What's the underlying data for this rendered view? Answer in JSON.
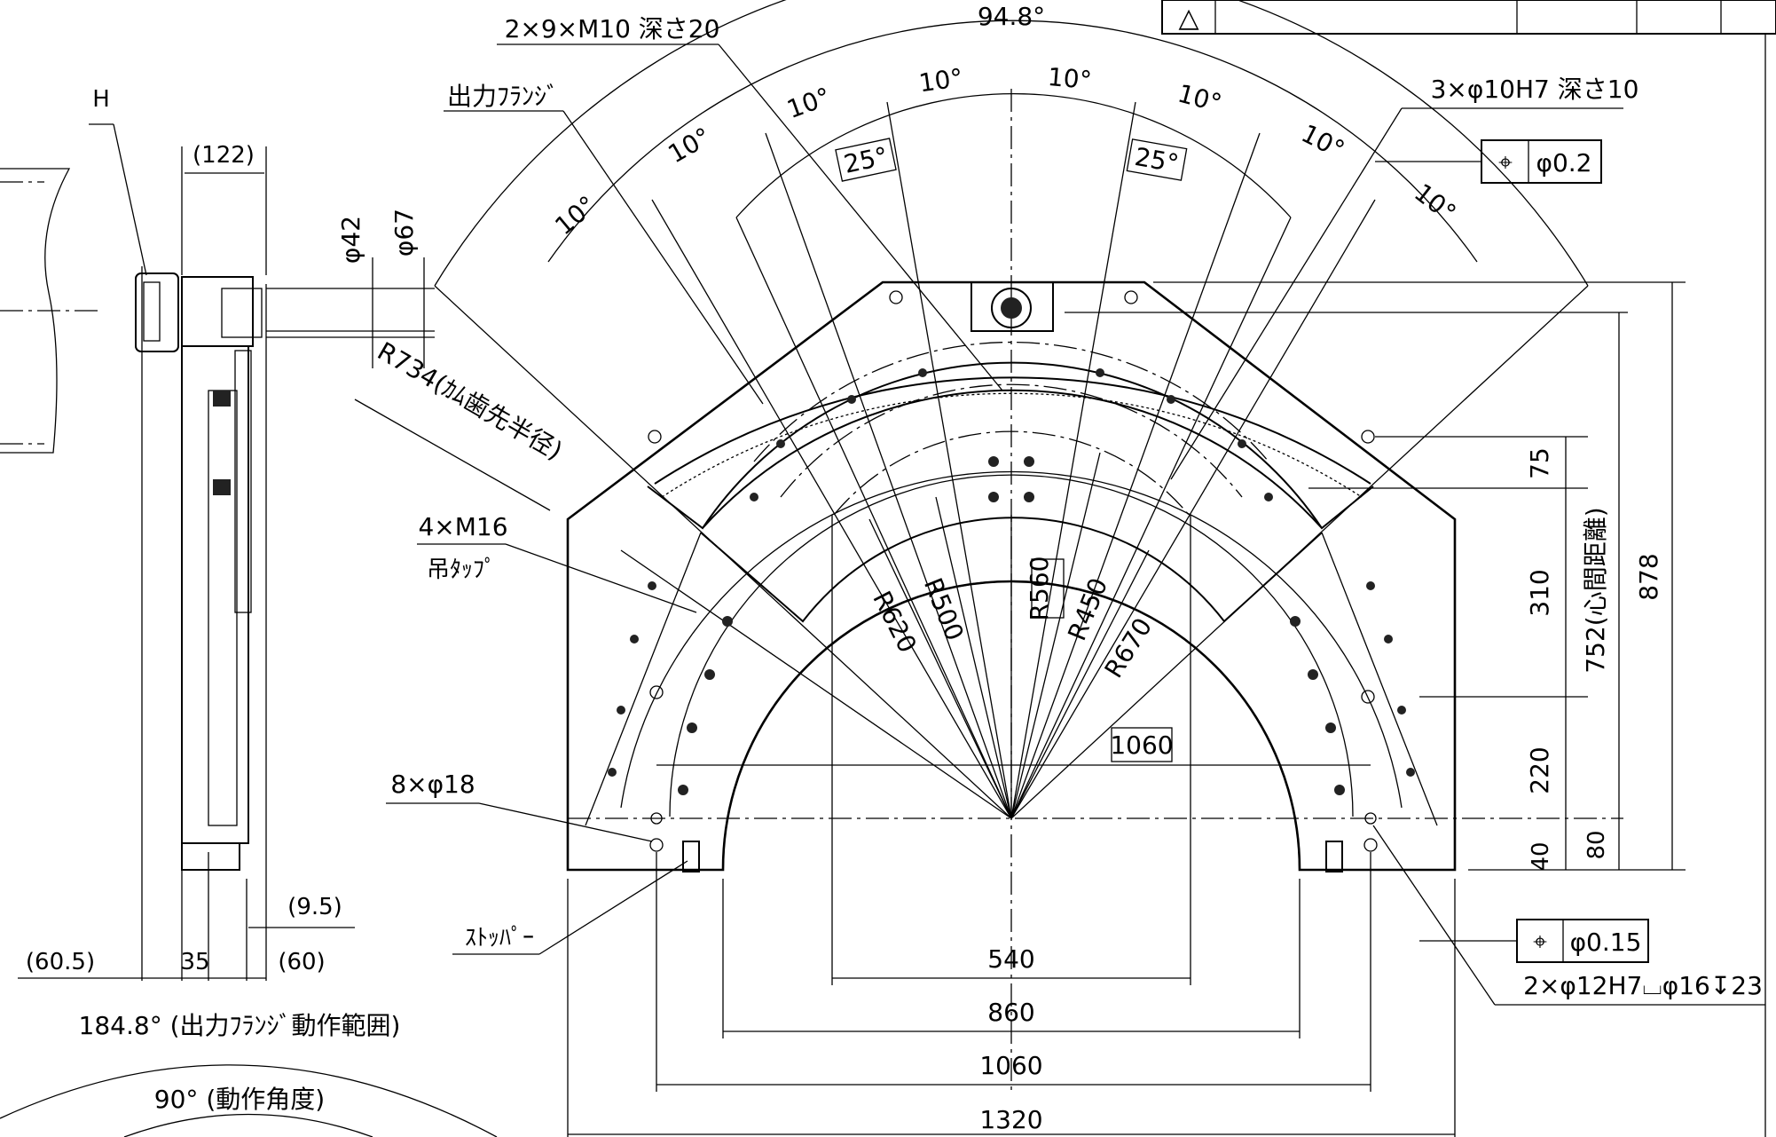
{
  "title_block": {
    "revision_symbol": "△"
  },
  "side_view": {
    "label_h": "H",
    "dim_122": "(122)",
    "dim_phi42": "φ42",
    "dim_phi67": "φ67",
    "dim_605": "(60.5)",
    "dim_35": "35",
    "dim_60": "(60)",
    "dim_95": "(9.5)"
  },
  "angles": {
    "top_arc": "94.8°",
    "ten_deg": "10°",
    "twentyfive_deg": "25°",
    "range_184": "184.8° (出力ﾌﾗﾝｼﾞ動作範囲)",
    "range_90": "90° (動作角度)"
  },
  "callouts": {
    "tap_m10": "2×9×M10 深さ20",
    "output_flange": "出力ﾌﾗﾝｼﾞ",
    "pin_hole": "3×φ10H7 深さ10",
    "cam_radius": "R734(ｶﾑ歯先半径)",
    "tap_m16": "4×M16",
    "lift_tap": "吊ﾀｯﾌﾟ",
    "hole_8x18": "8×φ18",
    "stopper": "ｽﾄｯﾊﾟｰ",
    "counterbore": "2×φ12H7⌴φ16↧23"
  },
  "tolerances": {
    "pos_02": "φ0.2",
    "pos_015": "φ0.15",
    "pos_symbol": "⌖"
  },
  "radii": {
    "r620": "R620",
    "r500": "R500",
    "r560": "R560",
    "r450": "R450",
    "r670": "R670"
  },
  "dimensions": {
    "d1060_box": "1060",
    "d540": "540",
    "d860": "860",
    "d1060": "1060",
    "d1320": "1320",
    "d75": "75",
    "d310": "310",
    "d220": "220",
    "d40": "40",
    "d80": "80",
    "d752": "752(心間距離)",
    "d878": "878"
  }
}
